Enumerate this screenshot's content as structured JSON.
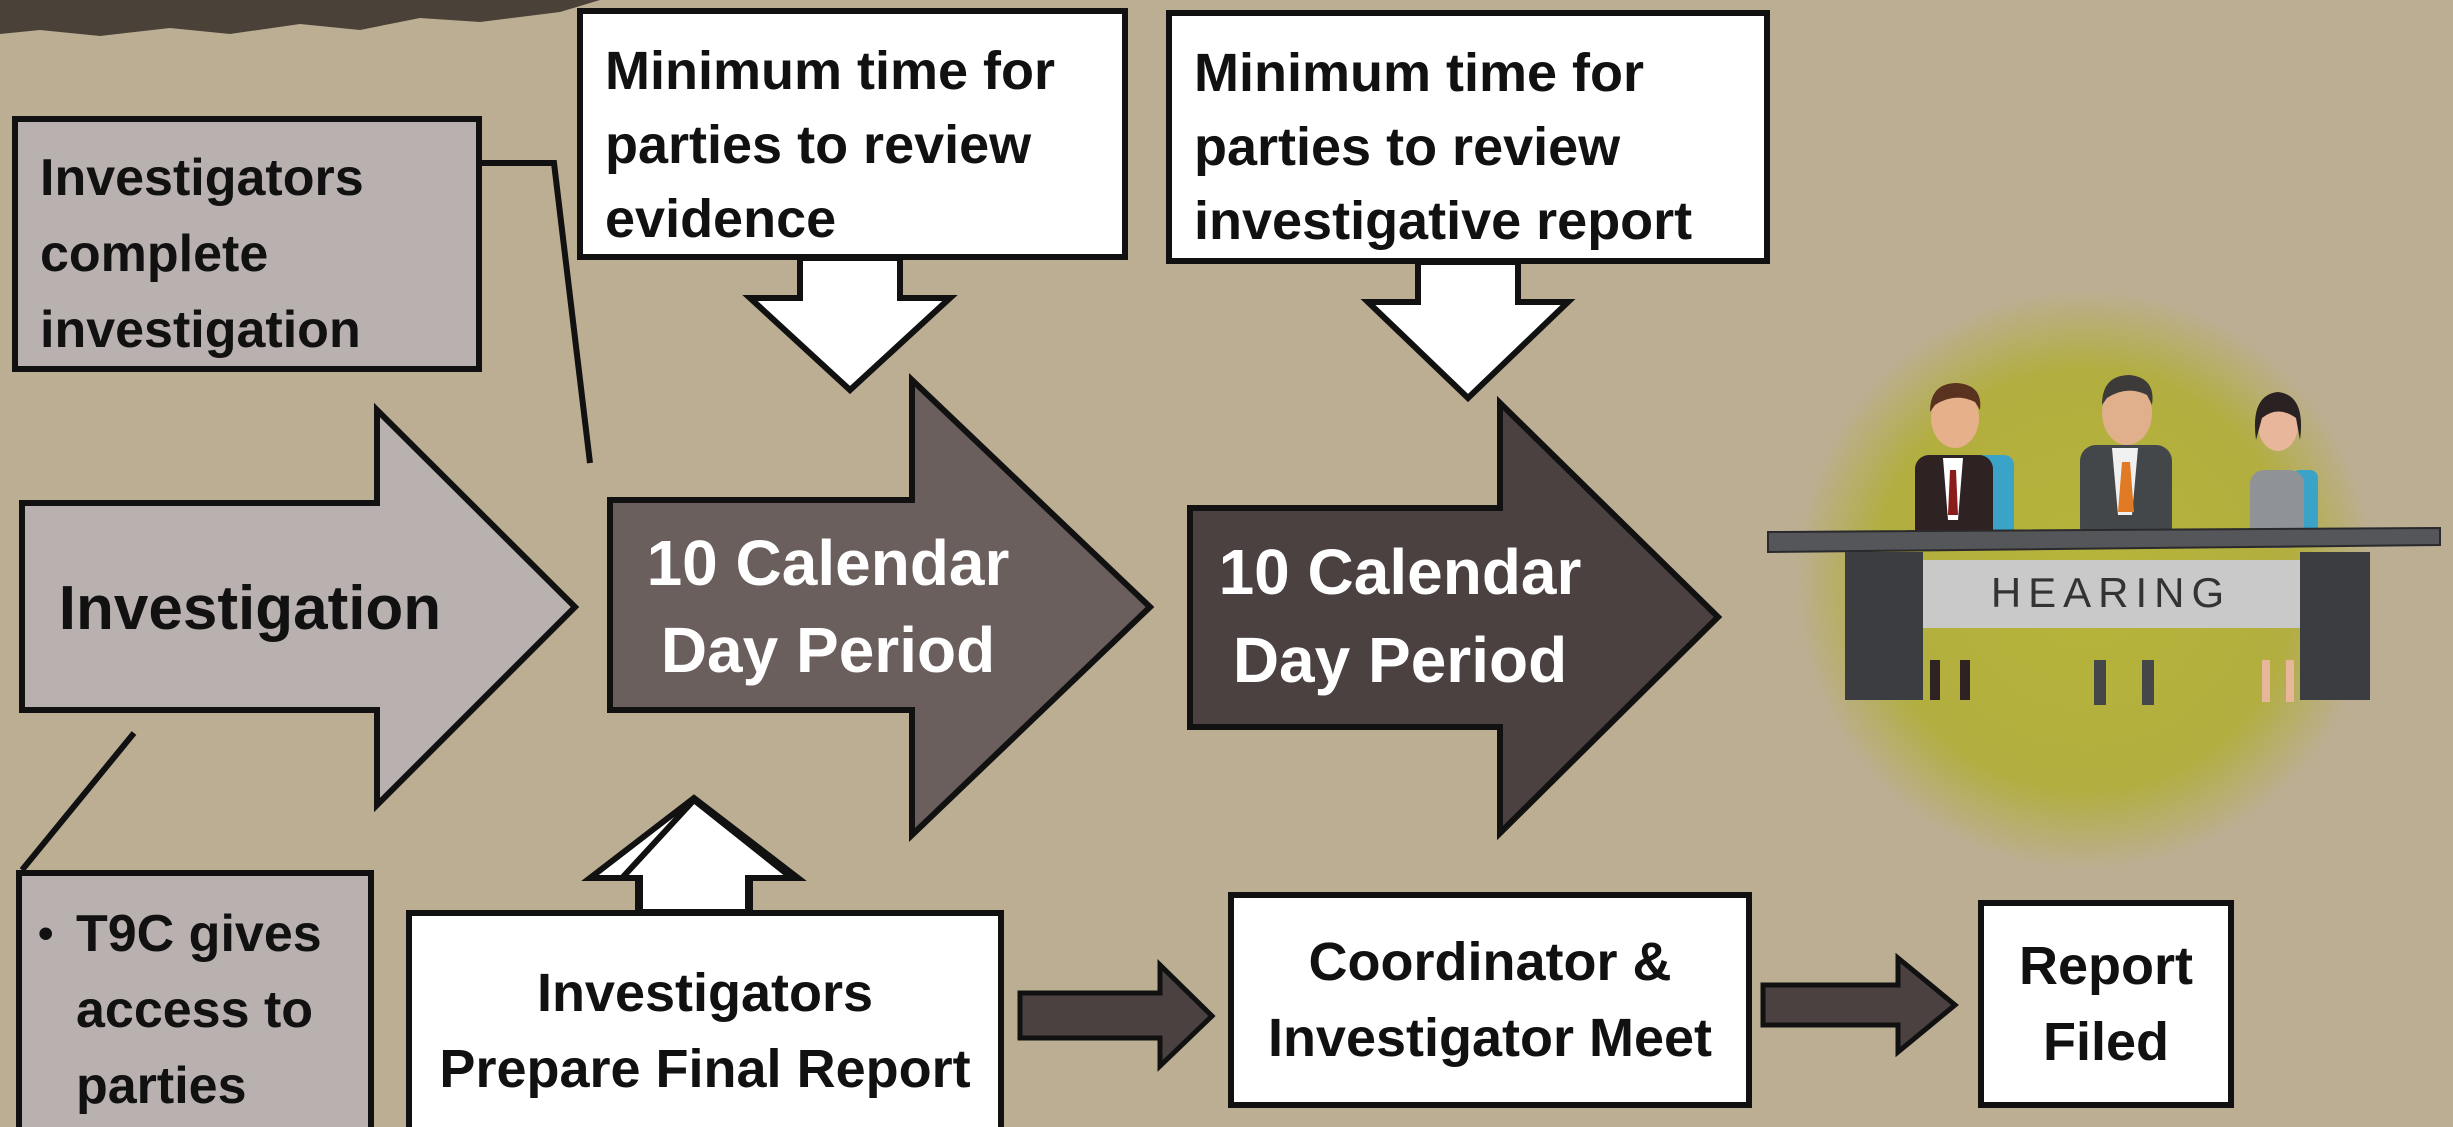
{
  "colors": {
    "background": "#bcae93",
    "investigation_arrow": "#b9b1b0",
    "period_arrow_1": "#6a5f5c",
    "period_arrow_2": "#4a4140",
    "hearing_glow": "#b5b23a",
    "connector_arrow": "#4a4140"
  },
  "left_notes": {
    "investigators_complete": [
      "Investigators",
      "complete",
      "investigation"
    ],
    "t9c_bullet": "•",
    "t9c_lines": [
      "T9C gives",
      "access to",
      "parties"
    ]
  },
  "main_arrows": {
    "investigation": "Investigation",
    "period_1": [
      "10 Calendar",
      "Day Period"
    ],
    "period_2": [
      "10 Calendar",
      "Day Period"
    ]
  },
  "top_callouts": {
    "review_evidence": [
      "Minimum time for",
      "parties to review",
      "evidence"
    ],
    "review_report": [
      "Minimum time for",
      "parties to review",
      "investigative report"
    ]
  },
  "bottom_steps": {
    "prepare_report": [
      "Investigators",
      "Prepare Final Report"
    ],
    "coordinator_meet": [
      "Coordinator &",
      "Investigator Meet"
    ],
    "report_filed": [
      "Report",
      "Filed"
    ]
  },
  "hearing": {
    "sign": "HEARING",
    "icon": "hearing-panel-illustration"
  }
}
